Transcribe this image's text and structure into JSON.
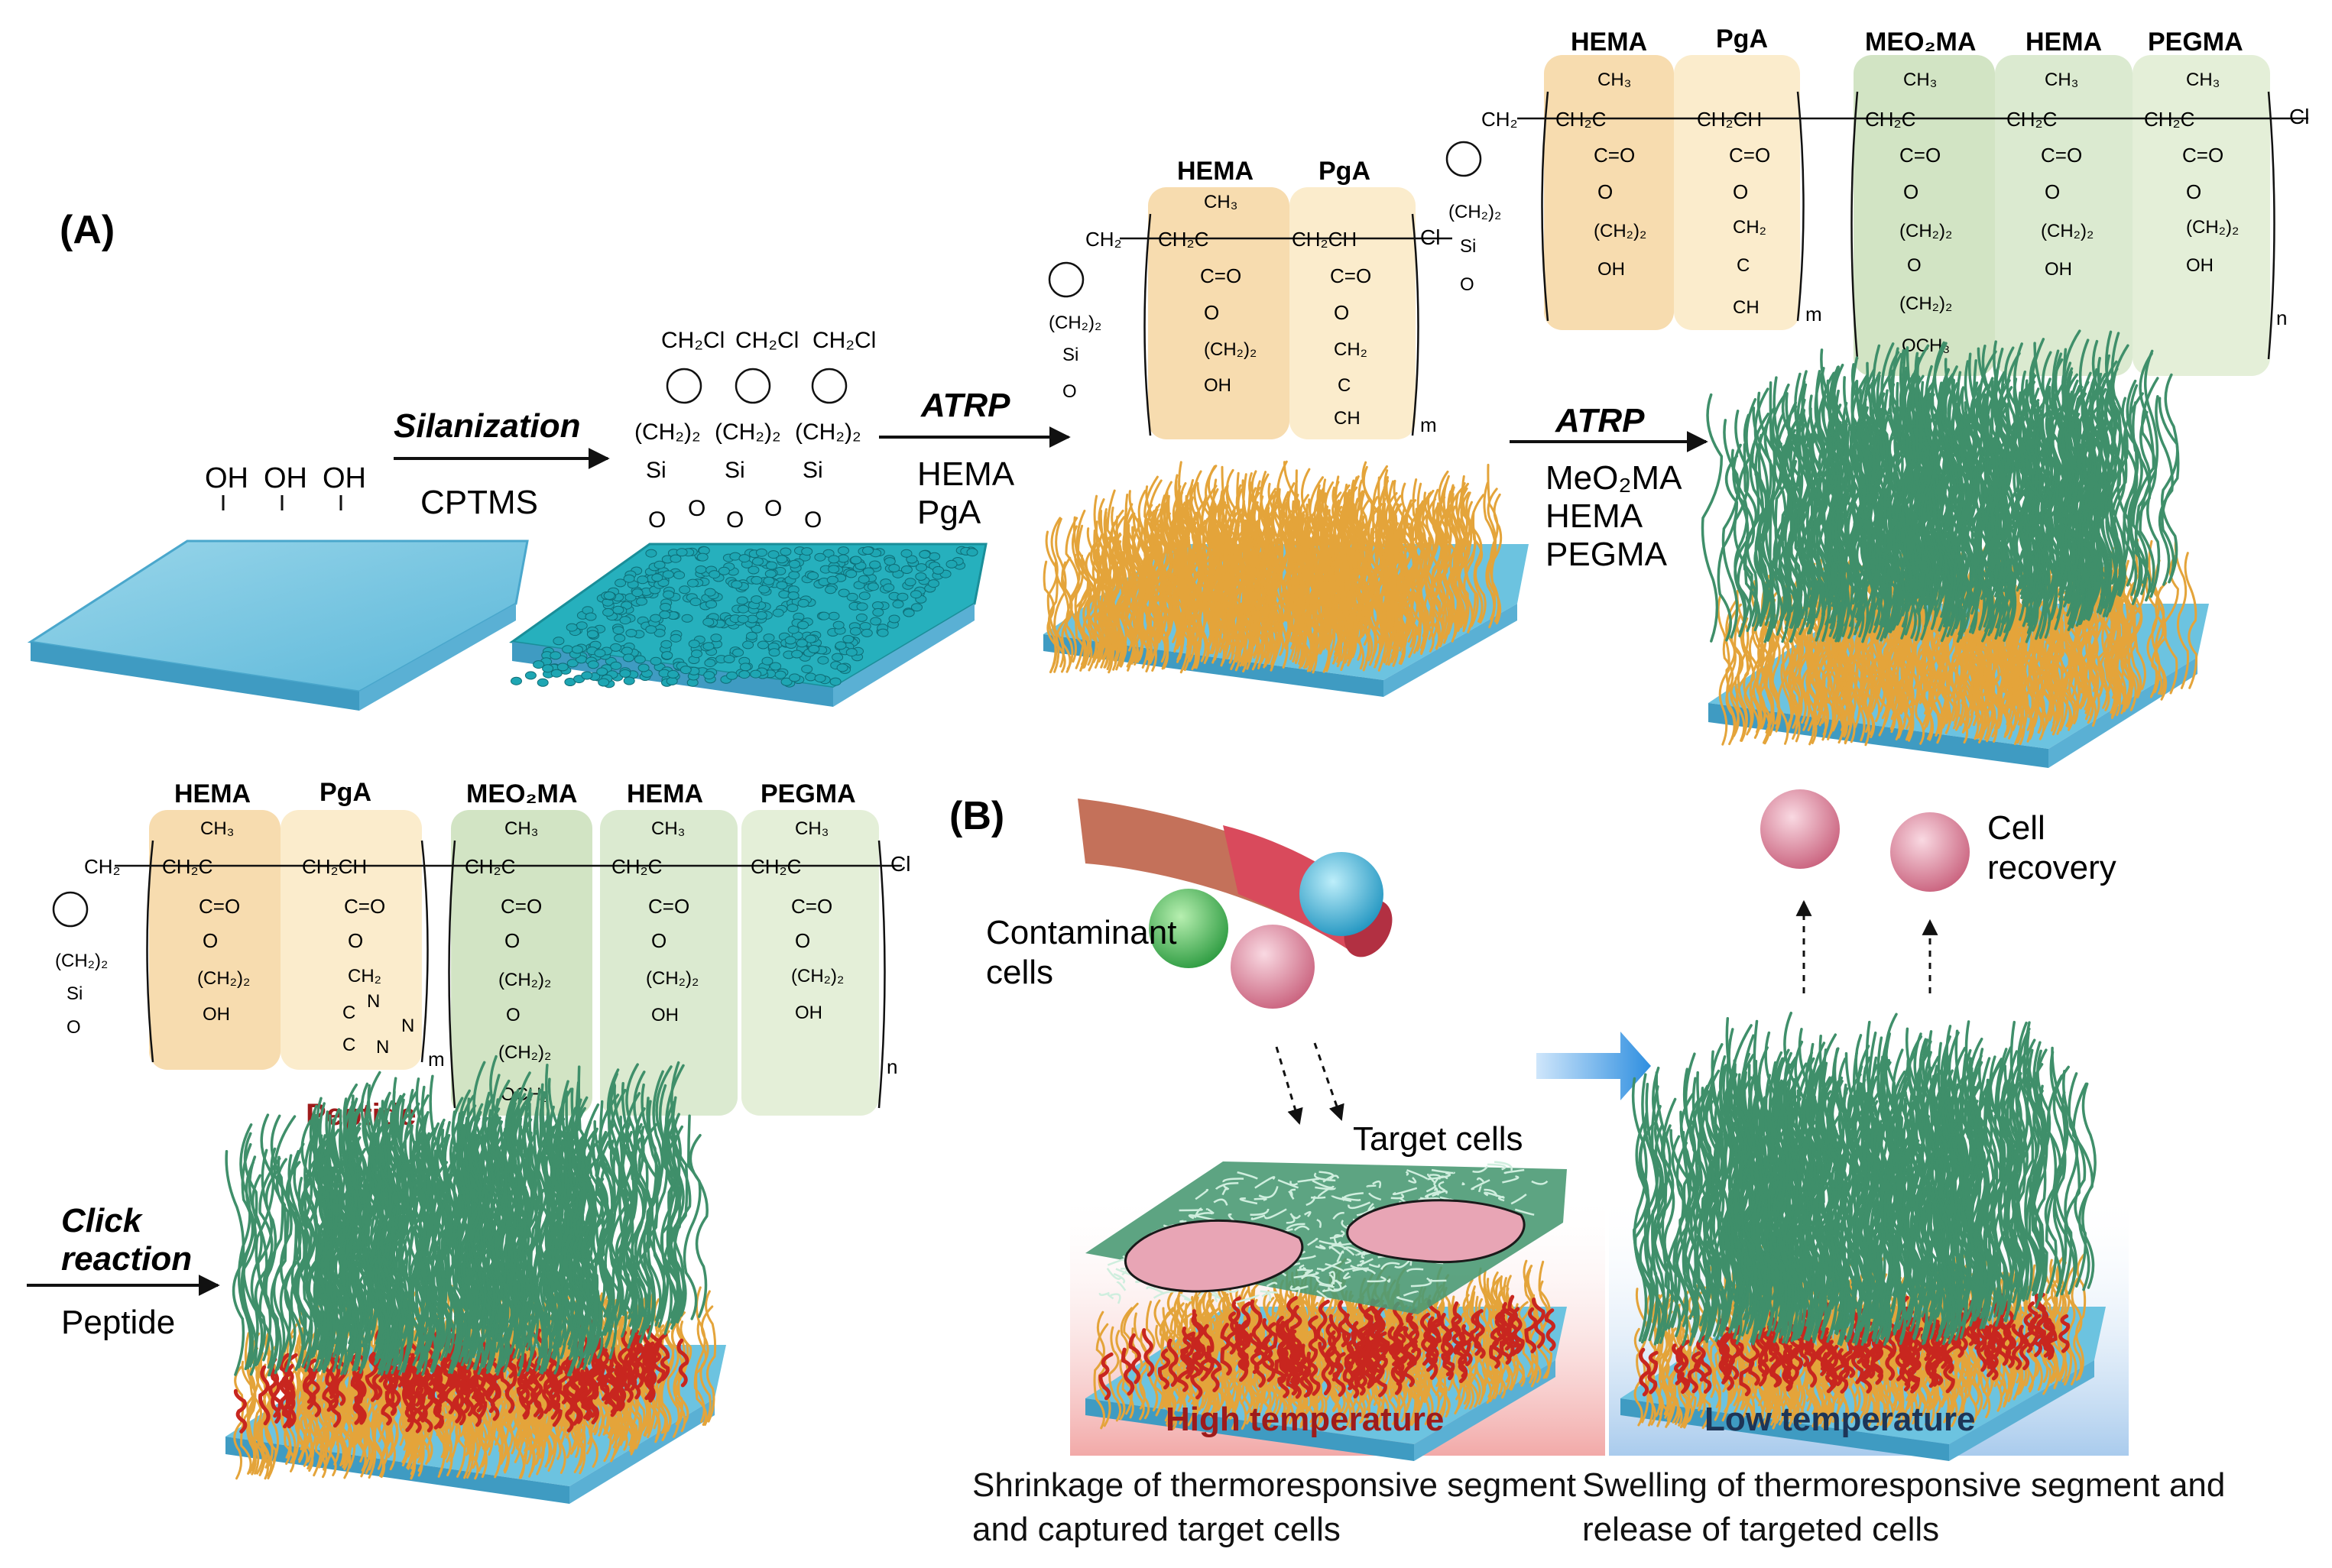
{
  "panel_a": {
    "label": "(A)",
    "hydroxyls": [
      "OH",
      "OH",
      "OH"
    ],
    "step1": {
      "top": "Silanization",
      "bottom": "CPTMS"
    },
    "step2": {
      "top": "ATRP",
      "reagents": [
        "HEMA",
        "PgA"
      ]
    },
    "step3": {
      "top": "ATRP",
      "reagents": [
        "MeO₂MA",
        "HEMA",
        "PEGMA"
      ]
    },
    "step4": {
      "top_lines": [
        "Click",
        "reaction"
      ],
      "bottom": "Peptide"
    },
    "silane_groups": [
      "CH₂Cl",
      "CH₂Cl",
      "CH₂Cl"
    ],
    "silane_linker": "(CH₂)₂",
    "si": "Si",
    "o": "O",
    "polymer1": {
      "blocks": [
        "HEMA",
        "PgA"
      ],
      "end": "Cl",
      "repeat": "m",
      "ch2": "CH₂",
      "ch3": "CH₃",
      "backbone": [
        "CH₂C",
        "CH₂CH"
      ],
      "carbonyl": "C=O",
      "hema_side": [
        "(CH₂)₂",
        "OH"
      ],
      "pga_side": [
        "CH₂",
        "C",
        "CH"
      ]
    },
    "polymer2": {
      "blocks": [
        "HEMA",
        "PgA",
        "MEO₂MA",
        "HEMA",
        "PEGMA"
      ],
      "end": "Cl",
      "repeats": [
        "m",
        "n"
      ],
      "backbone": [
        "CH₂C",
        "CH₂CH",
        "CH₂C",
        "CH₂C",
        "CH₂C"
      ],
      "meo2ma_side": [
        "(CH₂)₂",
        "O",
        "(CH₂)₂",
        "OCH₃"
      ],
      "pegma_side": [
        "(CH₂)₂",
        "OH"
      ]
    },
    "polymer3": {
      "blocks": [
        "HEMA",
        "PgA",
        "MEO₂MA",
        "HEMA",
        "PEGMA"
      ],
      "triazole": [
        "N",
        "N",
        "N",
        "C",
        "C"
      ],
      "peptide": "Peptide",
      "repeats": [
        "m",
        "n"
      ]
    }
  },
  "panel_b": {
    "label": "(B)",
    "contaminant": "Contaminant cells",
    "target": "Target cells",
    "recovery": "Cell recovery",
    "high_temp": "High temperature",
    "low_temp": "Low temperature",
    "caption_left": "Shrinkage of thermoresponsive segment and captured target cells",
    "caption_right": "Swelling of thermoresponsive segment and release of targeted cells"
  },
  "colors": {
    "substrate": "#6cc3e0",
    "silane": "#1ea6b3",
    "pga_brush": "#e4a43a",
    "thermo_brush": "#3f8f6a",
    "peptide": "#c8261f",
    "target_cell": "#e7a0b1",
    "contaminant_cell": "#55b564",
    "blue_cell": "#4cb6d6",
    "hema_box": "#f7dcaf",
    "pga_box": "#fbeccc",
    "meo2ma_box": "#d2e4c4",
    "pegma_box": "#e4efd8",
    "high_temp": "#f3b6b4",
    "low_temp": "#bcd6ef",
    "peptide_text": "#9e1b1b",
    "arrow_blue": "#2f8fe0"
  }
}
